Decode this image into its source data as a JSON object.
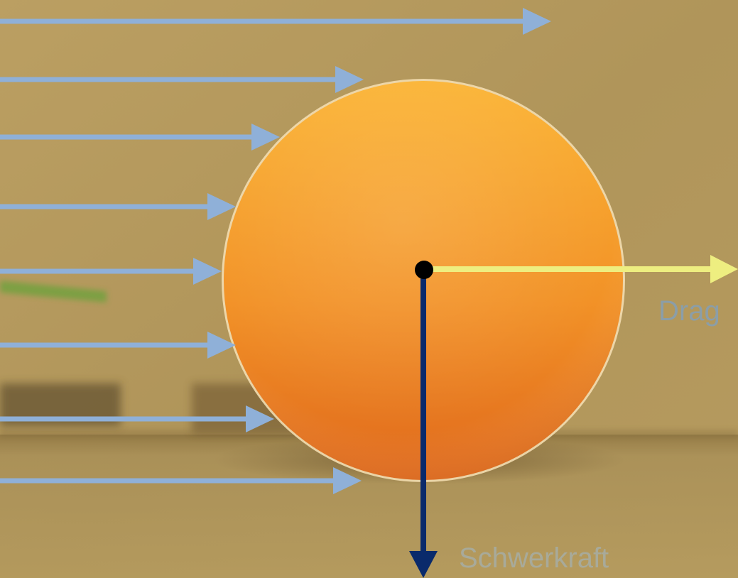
{
  "background": {
    "wall_color": "#b69b60",
    "floor_color": "#b49a5d"
  },
  "ball": {
    "color_top": "#fbb435",
    "color_bottom": "#e0691c",
    "rim_color": "#f6e6c0",
    "center_dot_color": "#000000"
  },
  "airflow": {
    "arrow_count": 8,
    "color": "#8fb0d8"
  },
  "forces": {
    "drag": {
      "label": "Drag",
      "color": "#eeee80",
      "label_color": "#8b9ea8"
    },
    "gravity": {
      "label": "Schwerkraft",
      "color": "#0a2a6b",
      "label_color": "#a8aa9a"
    }
  }
}
